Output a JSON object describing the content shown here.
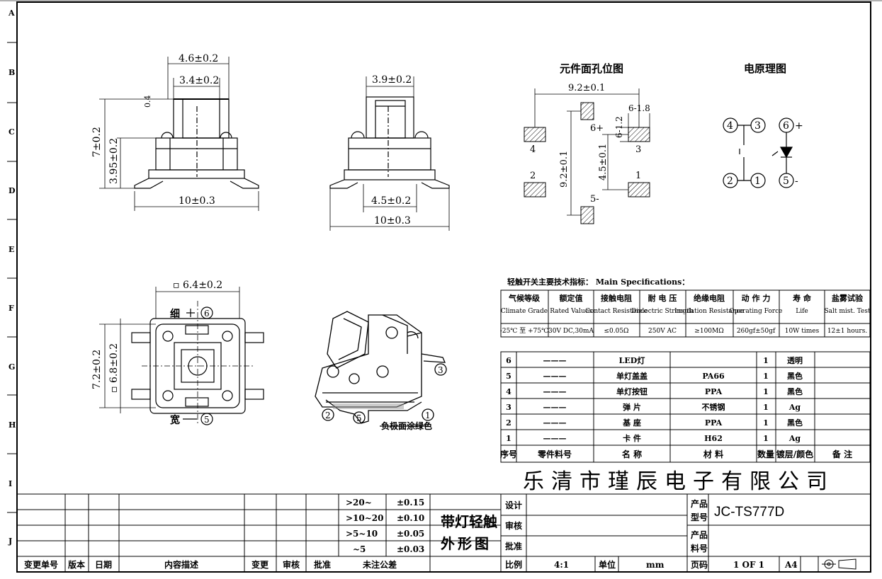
{
  "row_letters": [
    "A",
    "B",
    "C",
    "D",
    "E",
    "F",
    "G",
    "H",
    "I",
    "J"
  ],
  "views": {
    "front": {
      "dim_top_outer": "4.6±0.2",
      "dim_top_inner": "3.4±0.2",
      "dim_small": "0.4",
      "dim_height": "7±0.2",
      "dim_body": "3.95±0.2",
      "dim_width": "10±0.3"
    },
    "side": {
      "dim_top": "3.9±0.2",
      "dim_pad": "4.5±0.2",
      "dim_width": "10±0.3"
    },
    "top": {
      "dim_square": "▫ 6.4±0.2",
      "dim_outer": "7.2±0.2",
      "dim_inner": "▫ 6.8±0.2",
      "label_thin": "细",
      "label_wide": "宽",
      "pin6": "6",
      "pin5": "5"
    },
    "iso": {
      "pin3": "3",
      "pin2": "2",
      "pin5": "5",
      "pin1": "1",
      "note": "负极面涂绿色"
    }
  },
  "pcb": {
    "title": "元件面孔位图",
    "dim_top": "9.2±0.1",
    "dim_left": "9.2±0.1",
    "dim_mid": "4.5±0.1",
    "dim_pad_w": "6-1.8",
    "dim_pad_h": "6-1.2",
    "pins": [
      "4",
      "3",
      "2",
      "1",
      "6+",
      "5-"
    ]
  },
  "schematic": {
    "title": "电原理图",
    "nodes": [
      "4",
      "3",
      "2",
      "1",
      "6",
      "5"
    ],
    "plus": "+",
    "minus": "-"
  },
  "specs": {
    "heading": "轻触开关主要技术指标： Main Specifications：",
    "headers": [
      {
        "cn": "气候等级",
        "en": "Climate Grade"
      },
      {
        "cn": "额定值",
        "en": "Rated Values"
      },
      {
        "cn": "接触电阻",
        "en": "Contact Resistance"
      },
      {
        "cn": "耐 电 压",
        "en": "Dielectric Strength"
      },
      {
        "cn": "绝缘电阻",
        "en": "Insulation Resistance"
      },
      {
        "cn": "动 作 力",
        "en": "Operating Force"
      },
      {
        "cn": "寿 命",
        "en": "Life"
      },
      {
        "cn": "盐雾试验",
        "en": "Salt mist. Test"
      }
    ],
    "values": [
      "-25℃ 至 +75℃",
      "30V DC,30mA",
      "≤0.05Ω",
      "250V AC",
      "≥100MΩ",
      "260gf±50gf",
      "10W times",
      "12±1 hours."
    ]
  },
  "bom": {
    "rows": [
      {
        "no": "6",
        "part": "———",
        "name": "LED灯",
        "material": "",
        "qty": "1",
        "finish": "透明",
        "note": ""
      },
      {
        "no": "5",
        "part": "———",
        "name": "单灯盖盖",
        "material": "PA66",
        "qty": "1",
        "finish": "黑色",
        "note": ""
      },
      {
        "no": "4",
        "part": "———",
        "name": "单灯按钮",
        "material": "PPA",
        "qty": "1",
        "finish": "黑色",
        "note": ""
      },
      {
        "no": "3",
        "part": "———",
        "name": "弹 片",
        "material": "不锈钢",
        "qty": "1",
        "finish": "Ag",
        "note": ""
      },
      {
        "no": "2",
        "part": "———",
        "name": "基 座",
        "material": "PPA",
        "qty": "1",
        "finish": "黑色",
        "note": ""
      },
      {
        "no": "1",
        "part": "———",
        "name": "卡 件",
        "material": "H62",
        "qty": "1",
        "finish": "Ag",
        "note": ""
      }
    ],
    "headers": [
      "序号",
      "零件料号",
      "名 称",
      "材 料",
      "数量",
      "镀层/颜色",
      "备 注"
    ]
  },
  "company": "乐清市瑾辰电子有限公司",
  "title_block": {
    "tolerances": [
      {
        "range": ">20~",
        "tol": "±0.15"
      },
      {
        "range": ">10~20",
        "tol": "±0.10"
      },
      {
        "range": ">5~10",
        "tol": "±0.05"
      },
      {
        "range": "~5",
        "tol": "±0.03"
      }
    ],
    "tol_caption": "未注公差",
    "rev_headers": [
      "变更单号",
      "版本",
      "日期",
      "内容描述",
      "变更",
      "审核",
      "批准"
    ],
    "drawing_title_1": "带灯轻触",
    "drawing_title_2": "外形图",
    "roles": [
      "设计",
      "审核",
      "批准"
    ],
    "product_model_label_1": "产品",
    "product_model_label_2": "型号",
    "product_model": "JC-TS777D",
    "product_no_label_1": "产品",
    "product_no_label_2": "料号",
    "scale_label": "比例",
    "scale": "4:1",
    "unit_label": "单位",
    "unit": "mm",
    "page_label": "页码",
    "page": "1 OF 1",
    "size": "A4"
  }
}
